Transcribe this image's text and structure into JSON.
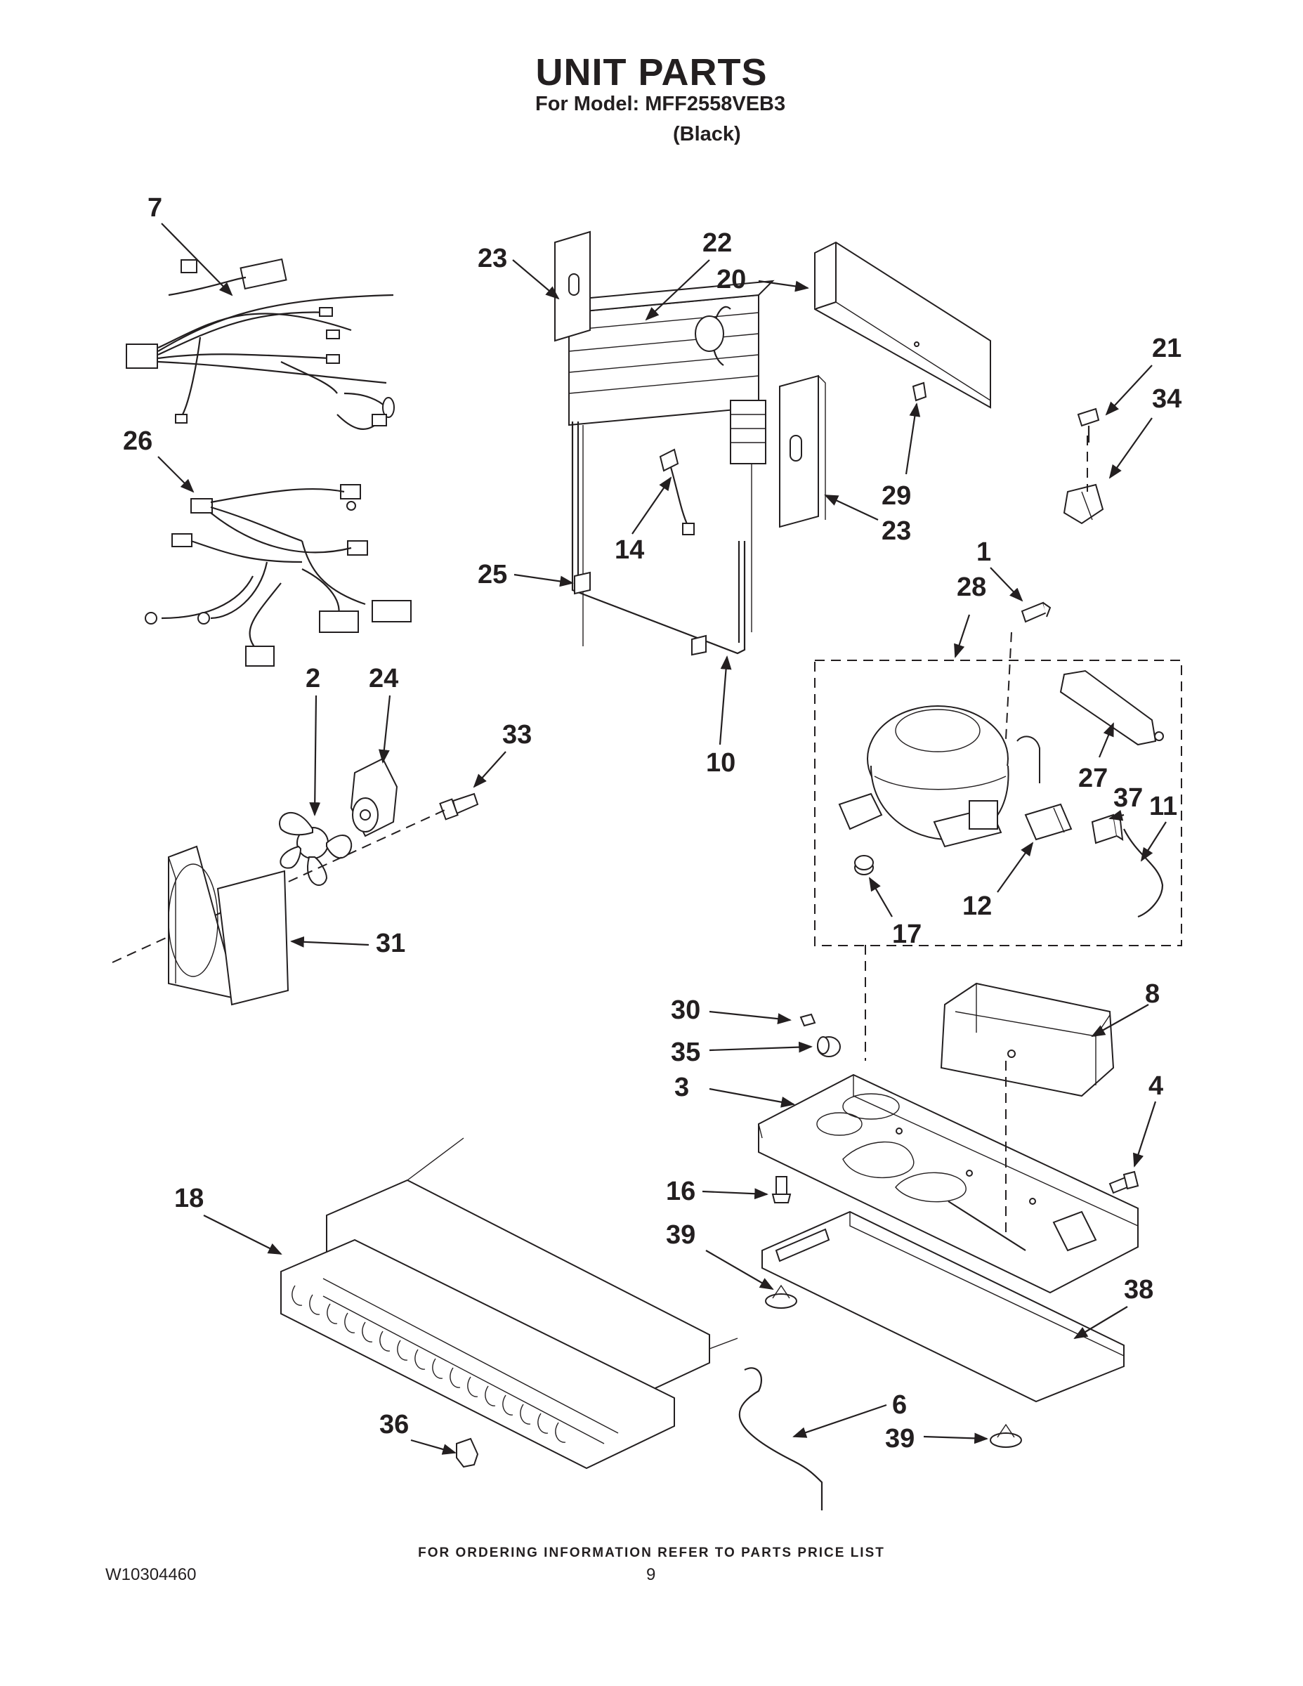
{
  "page": {
    "title": "UNIT PARTS",
    "model_line": "For Model: MFF2558VEB3",
    "color_line": "(Black)",
    "footer_note": "FOR ORDERING INFORMATION REFER TO PARTS PRICE LIST",
    "document_number": "W10304460",
    "page_number": "9"
  },
  "callouts": {
    "c7": "7",
    "c26": "26",
    "c2": "2",
    "c24": "24",
    "c33": "33",
    "c31": "31",
    "c23a": "23",
    "c22": "22",
    "c20": "20",
    "c21": "21",
    "c34": "34",
    "c29": "29",
    "c23b": "23",
    "c14": "14",
    "c25": "25",
    "c10": "10",
    "c1": "1",
    "c28": "28",
    "c27": "27",
    "c37": "37",
    "c11": "11",
    "c12": "12",
    "c17": "17",
    "c30": "30",
    "c35": "35",
    "c8": "8",
    "c3": "3",
    "c4": "4",
    "c16": "16",
    "c39a": "39",
    "c18": "18",
    "c38": "38",
    "c6": "6",
    "c36": "36",
    "c39b": "39"
  }
}
